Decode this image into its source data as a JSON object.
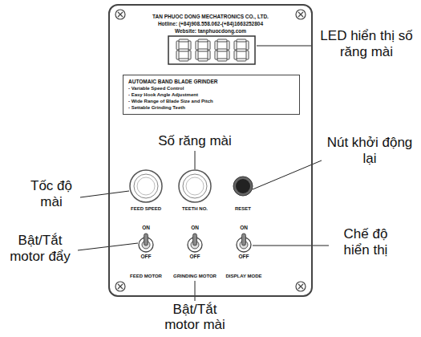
{
  "diagram": {
    "nodes": [
      {
        "text": [
          "TAN PHUOC DONG MECHATRONICS CO., LTD.",
          "Hotline: (+84)908.558.062-(+84)1663252804",
          "Website: tanphuocdong.com"
        ]
      },
      {
        "text": [
          "AUTOMAIC BAND BLADE GRINDER",
          "- Variable Speed Control",
          "- Easy Hook Angle Adjustment",
          "- Wide Range of Blade Size and Pitch",
          "- Settable Grinding Teeth"
        ],
        "in": 0
      }
    ],
    "labels": [
      "LED hiển thị số răng mài",
      "Số răng mài",
      "Nút khởi động lại",
      "Tốc độ mài",
      "Bật/Tắt motor đẩy",
      "Chế độ hiển thị",
      "Bật/Tắt motor mài",
      "FEED SPEED",
      "TEETH NO.",
      "RESET",
      "ON",
      "OFF",
      "ON",
      "OFF",
      "ON",
      "OFF",
      "FEED MOTOR",
      "GRINDING MOTOR",
      "DISPLAY MODE"
    ]
  }
}
